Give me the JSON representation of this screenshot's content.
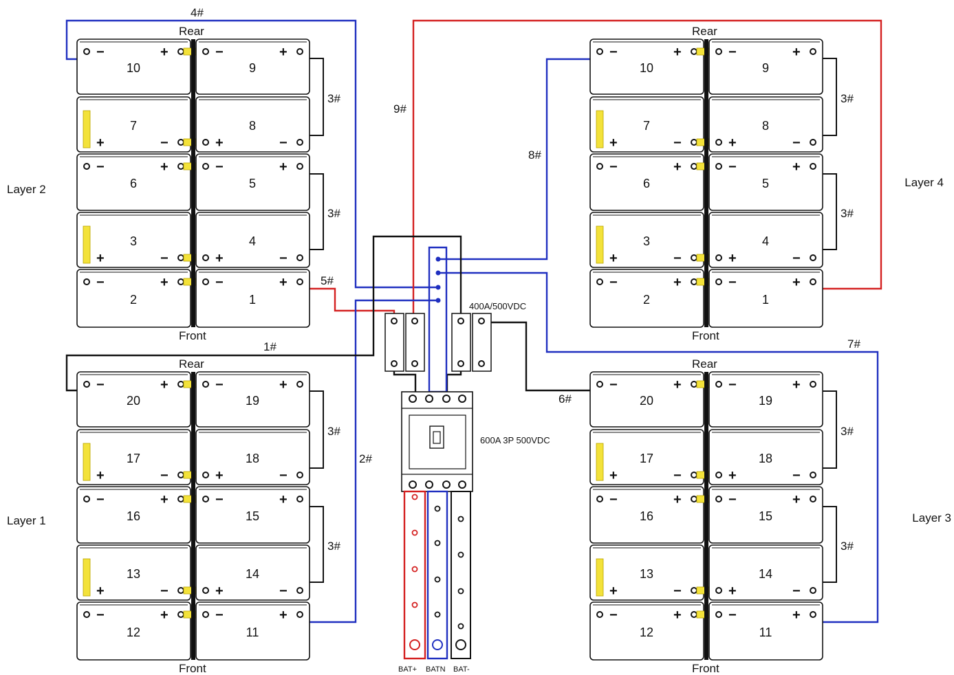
{
  "layers": [
    {
      "id": "layer-2",
      "label": "Layer 2",
      "rear": "Rear",
      "front": "Front",
      "grid": [
        [
          "10",
          "9"
        ],
        [
          "7",
          "8"
        ],
        [
          "6",
          "5"
        ],
        [
          "3",
          "4"
        ],
        [
          "2",
          "1"
        ]
      ],
      "jumpers": [
        "3#",
        "3#"
      ]
    },
    {
      "id": "layer-4",
      "label": "Layer 4",
      "rear": "Rear",
      "front": "Front",
      "grid": [
        [
          "10",
          "9"
        ],
        [
          "7",
          "8"
        ],
        [
          "6",
          "5"
        ],
        [
          "3",
          "4"
        ],
        [
          "2",
          "1"
        ]
      ],
      "jumpers": [
        "3#",
        "3#"
      ]
    },
    {
      "id": "layer-1",
      "label": "Layer 1",
      "rear": "Rear",
      "front": "Front",
      "grid": [
        [
          "20",
          "19"
        ],
        [
          "17",
          "18"
        ],
        [
          "16",
          "15"
        ],
        [
          "13",
          "14"
        ],
        [
          "12",
          "11"
        ]
      ],
      "jumpers": [
        "3#",
        "3#"
      ]
    },
    {
      "id": "layer-3",
      "label": "Layer 3",
      "rear": "Rear",
      "front": "Front",
      "grid": [
        [
          "20",
          "19"
        ],
        [
          "17",
          "18"
        ],
        [
          "16",
          "15"
        ],
        [
          "13",
          "14"
        ],
        [
          "12",
          "11"
        ]
      ],
      "jumpers": [
        "3#",
        "3#"
      ]
    }
  ],
  "terminal_symbols": {
    "plus": "+",
    "minus": "−"
  },
  "cables": {
    "c1": "1#",
    "c2": "2#",
    "c4": "4#",
    "c5": "5#",
    "c6": "6#",
    "c7": "7#",
    "c8": "8#",
    "c9": "9#"
  },
  "fuse_label": "400A/500VDC",
  "breaker_label": "600A 3P 500VDC",
  "busbars": {
    "pos": "BAT+",
    "neutral": "BATN",
    "neg": "BAT-"
  },
  "colors": {
    "positive": "#d42020",
    "neutral": "#1f2fc0",
    "negative": "#111111",
    "lug": "#f3e23a"
  }
}
